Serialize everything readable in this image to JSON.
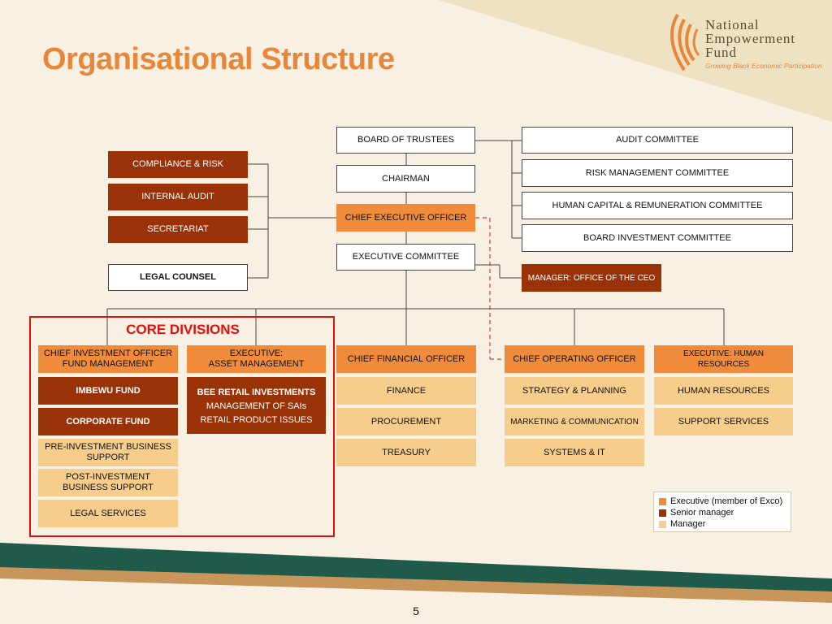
{
  "slide": {
    "title": "Organisational Structure",
    "page_number": "5",
    "logo": {
      "line1": "National",
      "line2": "Empowerment",
      "line3": "Fund",
      "tagline": "Growing Black Economic Participation"
    }
  },
  "board": {
    "trustees": "BOARD OF TRUSTEES",
    "chairman": "CHAIRMAN",
    "ceo": "CHIEF EXECUTIVE OFFICER",
    "exco": "EXECUTIVE COMMITTEE"
  },
  "committees": {
    "audit": "AUDIT COMMITTEE",
    "risk": "RISK MANAGEMENT COMMITTEE",
    "hcr": "HUMAN CAPITAL & REMUNERATION COMMITTEE",
    "investment": "BOARD INVESTMENT COMMITTEE"
  },
  "office_ceo": "MANAGER: OFFICE OF THE CEO",
  "left_units": {
    "compliance": "COMPLIANCE & RISK",
    "internal_audit": "INTERNAL AUDIT",
    "secretariat": "SECRETARIAT",
    "legal_counsel": "LEGAL COUNSEL"
  },
  "core": {
    "label": "CORE DIVISIONS",
    "cio_line1": "CHIEF INVESTMENT OFFICER",
    "cio_line2": "FUND MANAGEMENT",
    "exec_am_line1": "EXECUTIVE:",
    "exec_am_line2": "ASSET MANAGEMENT",
    "imbewu": "IMBEWU FUND",
    "corporate": "CORPORATE FUND",
    "pre_inv": "PRE-INVESTMENT BUSINESS SUPPORT",
    "post_inv": "POST-INVESTMENT BUSINESS SUPPORT",
    "legal_services": "LEGAL SERVICES",
    "bee_retail": "BEE RETAIL INVESTMENTS",
    "sais": "MANAGEMENT OF SAIs",
    "retail_product": "RETAIL PRODUCT ISSUES"
  },
  "cfo": {
    "head": "CHIEF FINANCIAL OFFICER",
    "items": [
      "FINANCE",
      "PROCUREMENT",
      "TREASURY"
    ]
  },
  "coo": {
    "head": "CHIEF OPERATING OFFICER",
    "items": [
      "STRATEGY & PLANNING",
      "MARKETING & COMMUNICATION",
      "SYSTEMS & IT"
    ]
  },
  "hr": {
    "head": "EXECUTIVE: HUMAN RESOURCES",
    "items": [
      "HUMAN RESOURCES",
      "SUPPORT SERVICES"
    ]
  },
  "legend": [
    {
      "label": "Executive (member of Exco)",
      "color": "#ef8b3a"
    },
    {
      "label": "Senior manager",
      "color": "#9a3208"
    },
    {
      "label": "Manager",
      "color": "#f6cd8a"
    }
  ],
  "colors": {
    "title": "#e8863a",
    "core_frame": "#e01010",
    "bottom_band_dark": "#1f5a4a",
    "bottom_band_light": "#c8955a"
  }
}
